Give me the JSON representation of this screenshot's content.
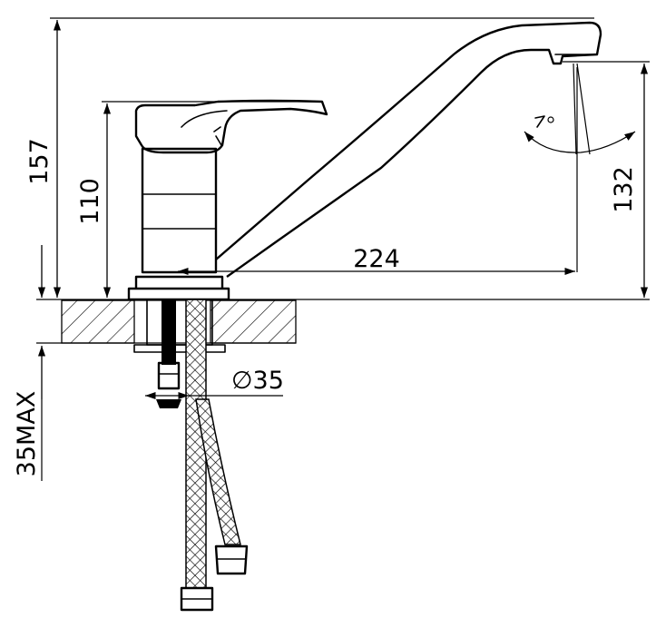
{
  "dimensions": {
    "total_height": "157",
    "handle_height": "110",
    "spout_height": "132",
    "spout_reach": "224",
    "hole_diameter": "∅35",
    "max_thickness": "35MAX"
  }
}
